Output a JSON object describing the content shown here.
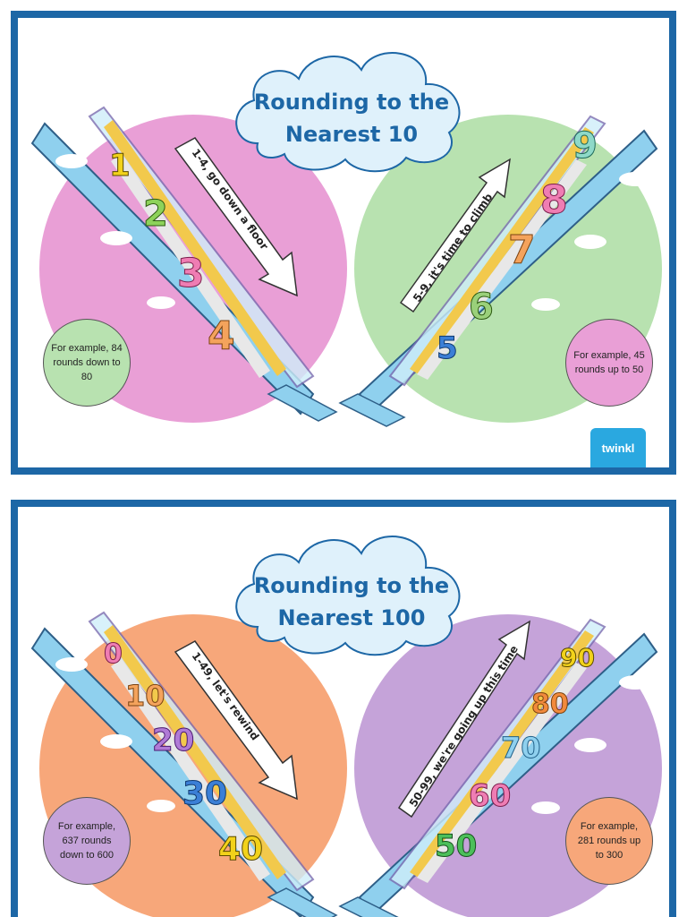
{
  "card1": {
    "title_line1": "Rounding to the",
    "title_line2": "Nearest 10",
    "down_arrow_text": "1-4, go down a floor",
    "up_arrow_text": "5-9, it's time to climb",
    "left_example": "For example, 84 rounds down to 80",
    "right_example": "For example, 45 rounds up to 50",
    "down_numbers": [
      "1",
      "2",
      "3",
      "4"
    ],
    "up_numbers": [
      "5",
      "6",
      "7",
      "8",
      "9"
    ],
    "logo": "twinkl",
    "colors": {
      "left_circle": "#e99fd6",
      "right_circle": "#b8e2b0",
      "left_example_bg": "#b8e2b0",
      "right_example_bg": "#e99fd6"
    }
  },
  "card2": {
    "title_line1": "Rounding to the",
    "title_line2": "Nearest 100",
    "down_arrow_text": "1-49, let's rewind",
    "up_arrow_text": "50-99, we're going up this time",
    "left_example": "For example, 637 rounds down to 600",
    "right_example": "For example, 281 rounds up to 300",
    "down_numbers": [
      "0",
      "10",
      "20",
      "30",
      "40"
    ],
    "up_numbers": [
      "50",
      "60",
      "70",
      "80",
      "90"
    ],
    "colors": {
      "left_circle": "#f7a77a",
      "right_circle": "#c5a3d9",
      "left_example_bg": "#c5a3d9",
      "right_example_bg": "#f7a77a"
    }
  },
  "colors": {
    "border": "#1d67a6",
    "title": "#1d67a6",
    "cloud": "#dff1fb",
    "escalator_glass": "#8fd0ee"
  }
}
